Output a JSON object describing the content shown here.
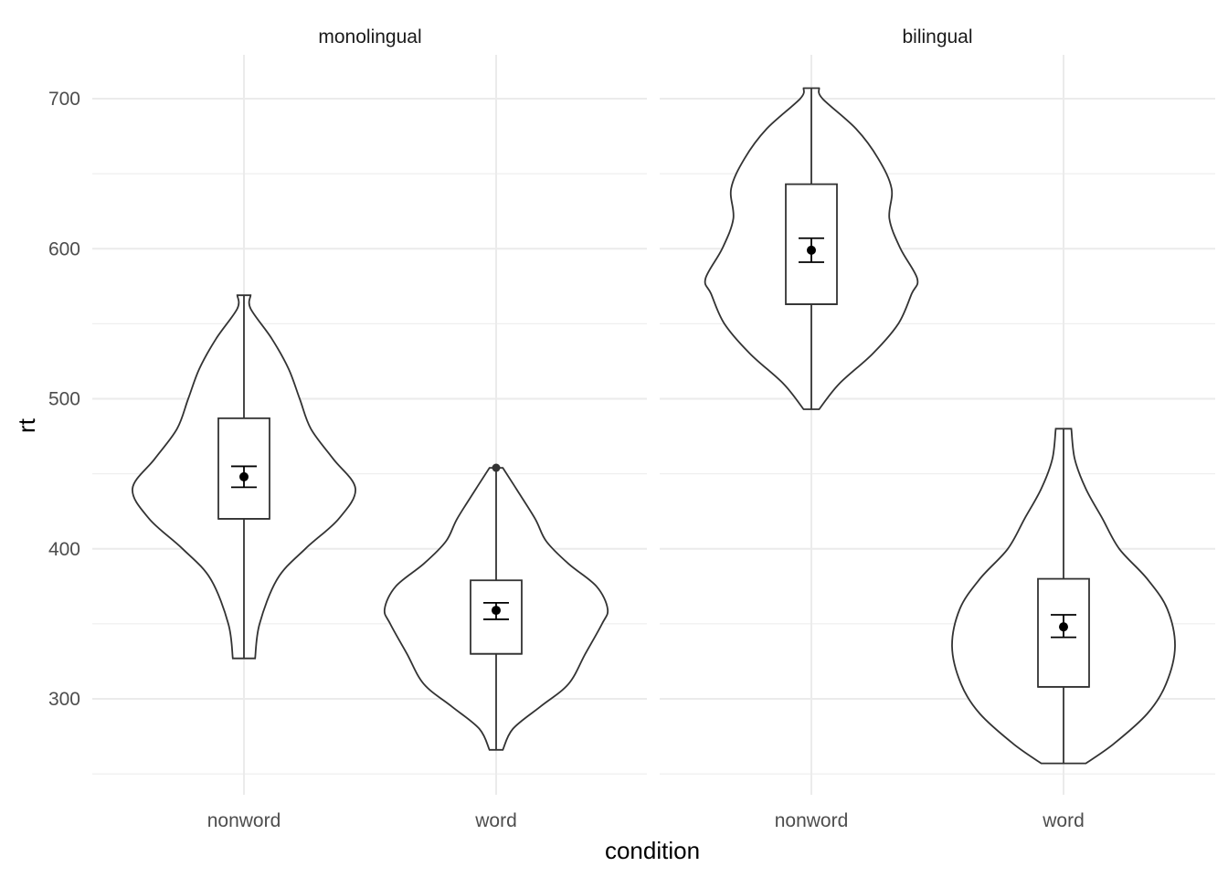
{
  "chart_data": {
    "type": "violin",
    "xlabel": "condition",
    "ylabel": "rt",
    "ylim": [
      250,
      730
    ],
    "y_ticks": [
      300,
      400,
      500,
      600,
      700
    ],
    "y_tick_labels": [
      "300",
      "400",
      "500",
      "600",
      "700"
    ],
    "y_minor": [
      250,
      350,
      450,
      550,
      650
    ],
    "categories": [
      "nonword",
      "word"
    ],
    "grid": true,
    "panels": [
      {
        "name": "monolingual",
        "groups": [
          {
            "category": "nonword",
            "min": 327,
            "max": 569,
            "q1": 420,
            "median": 420,
            "q3": 487,
            "mean": 448,
            "ci": [
              441,
              455
            ],
            "density": [
              [
                327,
                0.1
              ],
              [
                350,
                0.14
              ],
              [
                380,
                0.3
              ],
              [
                400,
                0.55
              ],
              [
                420,
                0.85
              ],
              [
                440,
                1.0
              ],
              [
                460,
                0.8
              ],
              [
                480,
                0.6
              ],
              [
                500,
                0.5
              ],
              [
                520,
                0.4
              ],
              [
                540,
                0.25
              ],
              [
                560,
                0.06
              ],
              [
                569,
                0.06
              ]
            ]
          },
          {
            "category": "word",
            "min": 266,
            "max": 454,
            "q1": 330,
            "median": 330,
            "q3": 379,
            "mean": 359,
            "ci": [
              353,
              364
            ],
            "outliers": [
              454
            ],
            "density": [
              [
                266,
                0.06
              ],
              [
                280,
                0.15
              ],
              [
                295,
                0.4
              ],
              [
                310,
                0.65
              ],
              [
                330,
                0.8
              ],
              [
                350,
                0.95
              ],
              [
                360,
                1.0
              ],
              [
                375,
                0.9
              ],
              [
                390,
                0.65
              ],
              [
                405,
                0.45
              ],
              [
                420,
                0.35
              ],
              [
                440,
                0.18
              ],
              [
                454,
                0.06
              ]
            ]
          }
        ]
      },
      {
        "name": "bilingual",
        "groups": [
          {
            "category": "nonword",
            "min": 493,
            "max": 707,
            "q1": 563,
            "median": 563,
            "q3": 643,
            "mean": 599,
            "ci": [
              591,
              607
            ],
            "density": [
              [
                493,
                0.07
              ],
              [
                510,
                0.25
              ],
              [
                530,
                0.55
              ],
              [
                550,
                0.78
              ],
              [
                570,
                0.9
              ],
              [
                580,
                0.95
              ],
              [
                600,
                0.8
              ],
              [
                620,
                0.7
              ],
              [
                640,
                0.72
              ],
              [
                660,
                0.6
              ],
              [
                680,
                0.4
              ],
              [
                700,
                0.1
              ],
              [
                707,
                0.07
              ]
            ]
          },
          {
            "category": "word",
            "min": 257,
            "max": 480,
            "q1": 308,
            "median": 308,
            "q3": 380,
            "mean": 348,
            "ci": [
              341,
              356
            ],
            "density": [
              [
                257,
                0.2
              ],
              [
                270,
                0.45
              ],
              [
                290,
                0.75
              ],
              [
                310,
                0.92
              ],
              [
                335,
                1.0
              ],
              [
                360,
                0.93
              ],
              [
                380,
                0.75
              ],
              [
                400,
                0.5
              ],
              [
                420,
                0.35
              ],
              [
                440,
                0.2
              ],
              [
                460,
                0.1
              ],
              [
                480,
                0.07
              ]
            ]
          }
        ]
      }
    ]
  }
}
